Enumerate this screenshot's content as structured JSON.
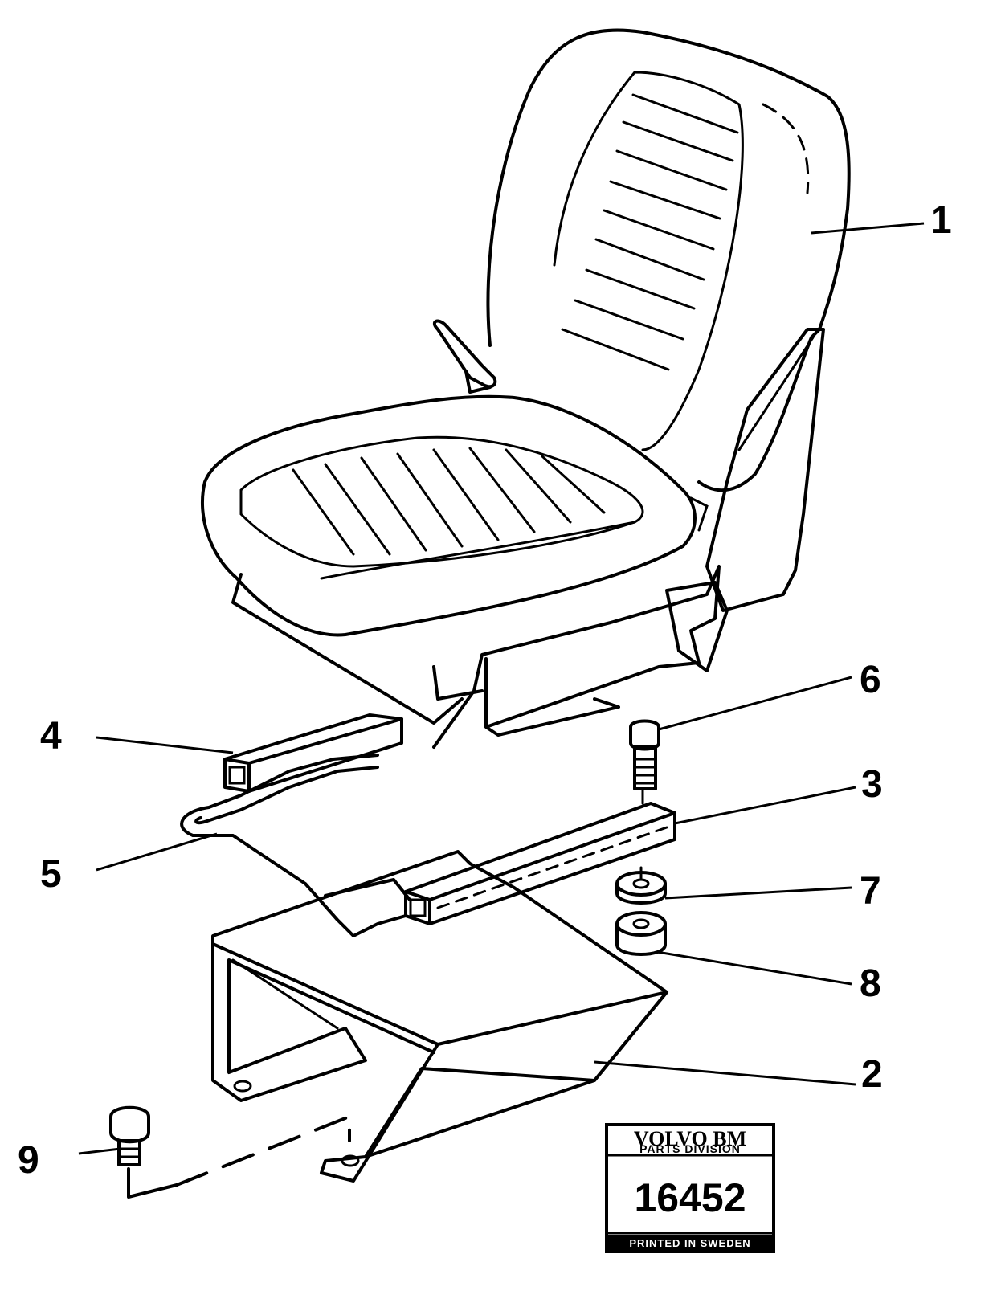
{
  "callouts": [
    {
      "label": "1",
      "part": "seat"
    },
    {
      "label": "2",
      "part": "seat-console"
    },
    {
      "label": "3",
      "part": "slide-rail-right"
    },
    {
      "label": "4",
      "part": "slide-rail-left"
    },
    {
      "label": "5",
      "part": "adjustment-lever"
    },
    {
      "label": "6",
      "part": "screw"
    },
    {
      "label": "7",
      "part": "washer"
    },
    {
      "label": "8",
      "part": "spacer"
    },
    {
      "label": "9",
      "part": "bolt"
    }
  ],
  "stamp": {
    "brand": "VOLVO BM",
    "division": "PARTS DIVISION",
    "number": "16452",
    "footer": "PRINTED IN SWEDEN"
  }
}
